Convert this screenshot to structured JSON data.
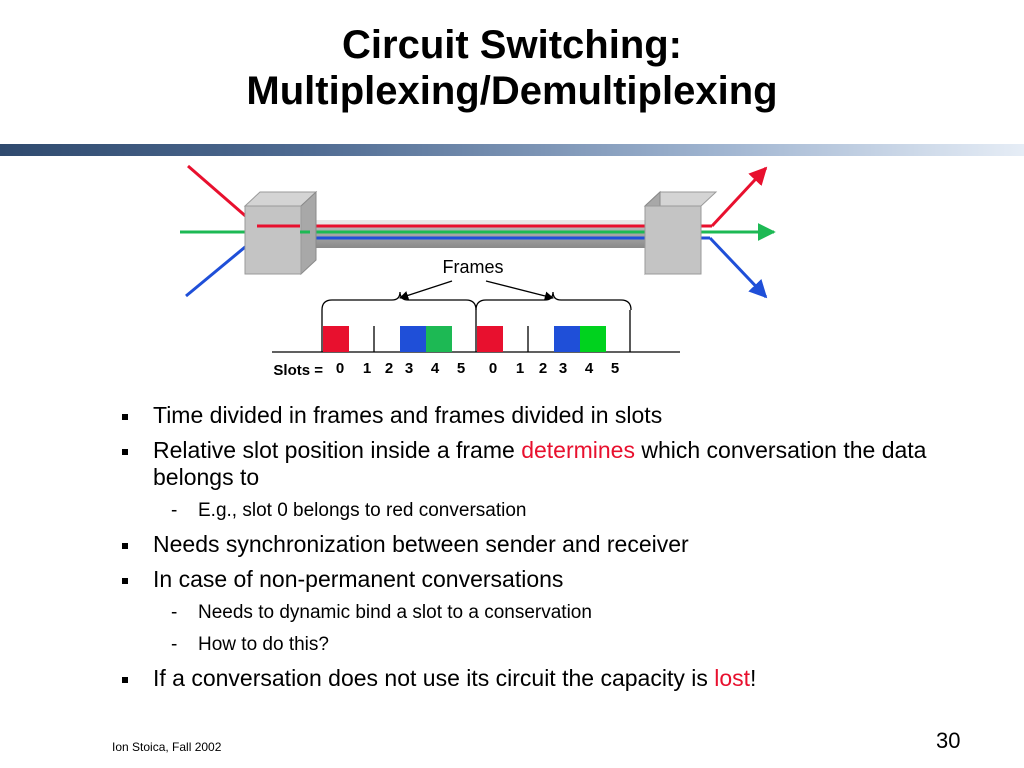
{
  "slide": {
    "title_line1": "Circuit Switching:",
    "title_line2": "Multiplexing/Demultiplexing",
    "footer_author": "Ion Stoica, Fall 2002",
    "page_number": "30"
  },
  "diagram": {
    "frames_label": "Frames",
    "slots_label": "Slots =",
    "slot_numbers": [
      "0",
      "1",
      "2",
      "3",
      "4",
      "5",
      "0",
      "1",
      "2",
      "3",
      "4",
      "5"
    ],
    "conversation_colors": {
      "red": "#e8102e",
      "green": "#1db954",
      "blue": "#1f4fd8"
    }
  },
  "bullets": [
    {
      "text": "Time divided in frames and frames divided in slots"
    },
    {
      "before": "Relative slot position inside a frame ",
      "highlight": "determines",
      "after": " which conversation the data belongs to"
    },
    {
      "text": "E.g., slot 0 belongs to red conversation"
    },
    {
      "text": "Needs synchronization between sender and receiver"
    },
    {
      "text": "In case of non-permanent conversations"
    },
    {
      "text": "Needs to dynamic bind a slot to a conservation"
    },
    {
      "text": "How to do this?"
    },
    {
      "before": "If a conversation does not use its circuit the capacity is ",
      "highlight": "lost",
      "after": "!"
    }
  ]
}
